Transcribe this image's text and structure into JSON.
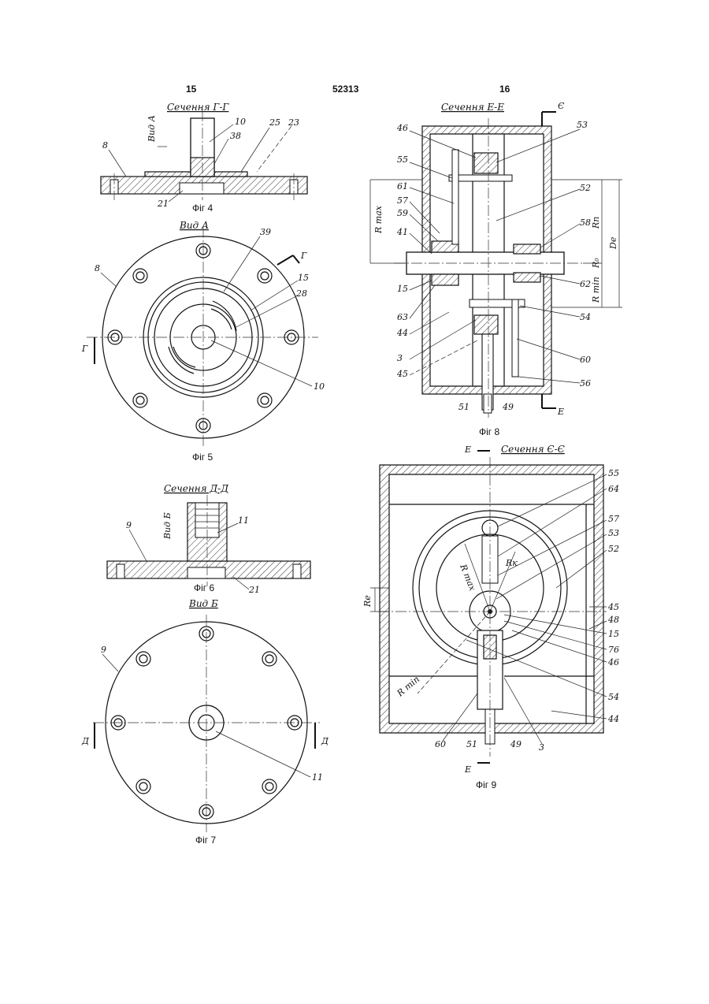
{
  "page": {
    "left_number": "15",
    "doc_number": "52313",
    "right_number": "16"
  },
  "figures": {
    "fig4": {
      "caption": "Фіг 4",
      "section_title": "Сечення Г-Г",
      "view_label": "Вид А"
    },
    "fig5": {
      "caption": "Фіг 5",
      "view_title": "Вид А",
      "cut_label": "Г"
    },
    "fig6": {
      "caption": "Фіг 6",
      "section_title": "Сечення Д-Д",
      "view_label": "Вид Б"
    },
    "fig7": {
      "caption": "Фіг 7",
      "view_title": "Вид Б",
      "cut_label": "Д"
    },
    "fig8": {
      "caption": "Фіг 8",
      "section_title": "Сечення Е-Е",
      "cut_label": "Є",
      "cut_label_bottom": "Е",
      "dims": {
        "r_max": "R max",
        "r_min": "R min",
        "r_n": "Rn",
        "r_s": "R₀",
        "d_e": "Dе"
      }
    },
    "fig9": {
      "caption": "Фіг 9",
      "section_title": "Сечення Є-Є",
      "cut_label": "Е",
      "dims": {
        "r_max": "R max",
        "r_min": "R min",
        "r_k": "Rк",
        "r_e": "Rе"
      }
    }
  },
  "labels": {
    "fig4": [
      "8",
      "10",
      "38",
      "25",
      "23",
      "21"
    ],
    "fig5": [
      "8",
      "39",
      "15",
      "28",
      "10"
    ],
    "fig6": [
      "9",
      "11",
      "21"
    ],
    "fig7": [
      "9",
      "11"
    ],
    "fig8": [
      "46",
      "53",
      "55",
      "61",
      "57",
      "59",
      "41",
      "15",
      "63",
      "44",
      "3",
      "45",
      "51",
      "49",
      "52",
      "58",
      "62",
      "54",
      "60",
      "56"
    ],
    "fig9": [
      "55",
      "64",
      "57",
      "53",
      "52",
      "45",
      "48",
      "15",
      "76",
      "46",
      "54",
      "44",
      "3",
      "49",
      "51",
      "60"
    ]
  }
}
